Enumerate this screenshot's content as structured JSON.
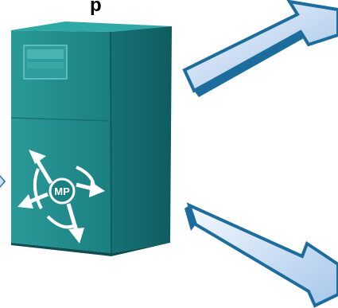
{
  "server": {
    "badge_label": "MP",
    "icon": "four-way-arrows-icon"
  },
  "top_partial_text": "p",
  "arrows": [
    {
      "name": "arrow-to-top-right",
      "direction": "up-right"
    },
    {
      "name": "arrow-to-bottom-right",
      "direction": "down-right"
    },
    {
      "name": "arrow-from-left",
      "direction": "right"
    }
  ],
  "colors": {
    "server_front": "#1f8c8c",
    "server_side": "#156a6e",
    "server_top": "#2aa3a2",
    "server_dark": "#0d4f53",
    "arrow_fill_light": "#e8f2fb",
    "arrow_fill_dark": "#a9c6e8",
    "arrow_stroke": "#1c6d9e",
    "emblem_white": "#ffffff"
  }
}
